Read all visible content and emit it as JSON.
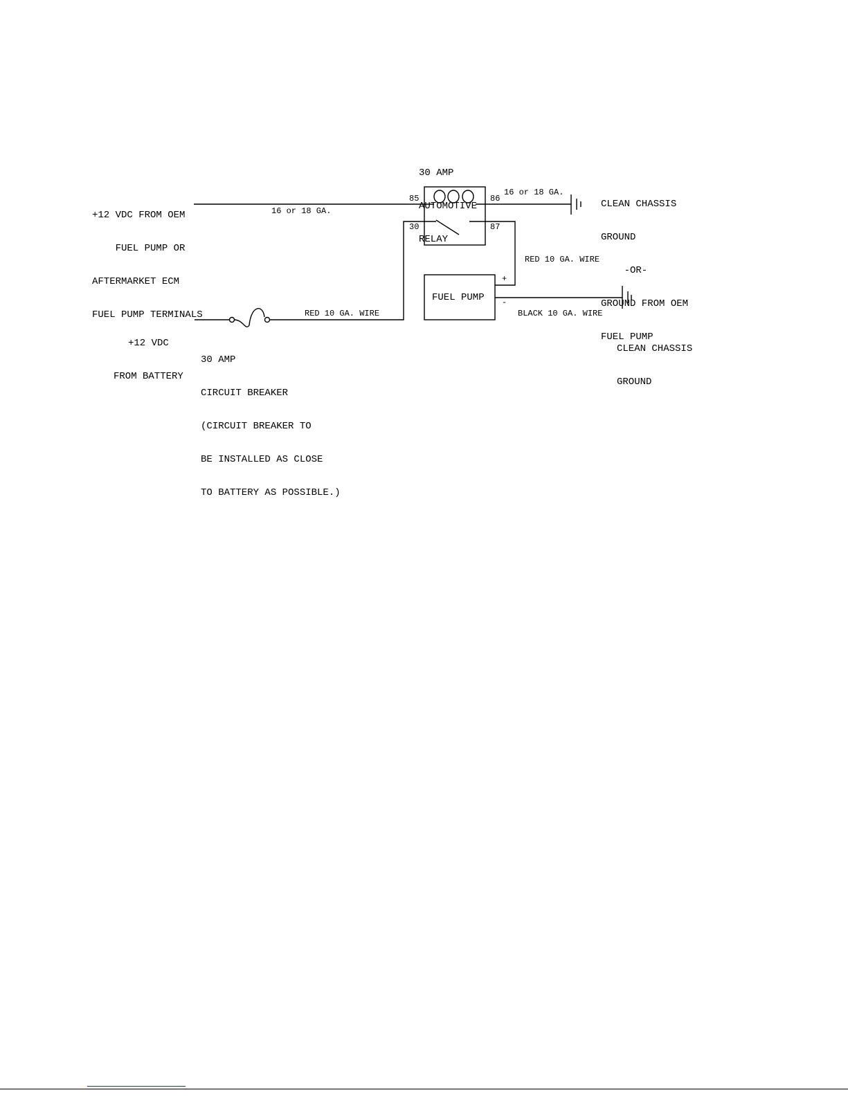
{
  "relay": {
    "title_lines": [
      "30 AMP",
      "AUTOMOTIVE",
      "RELAY"
    ],
    "pin_85": "85",
    "pin_86": "86",
    "pin_30": "30",
    "pin_87": "87"
  },
  "source_oem": {
    "lines": [
      "+12 VDC FROM OEM",
      "    FUEL PUMP OR",
      "AFTERMARKET ECM",
      "FUEL PUMP TERMINALS"
    ]
  },
  "wire_labels": {
    "coil_input": "16 or 18 GA.",
    "coil_ground": "16 or 18 GA.",
    "pump_positive": "RED 10 GA. WIRE",
    "battery_feed": "RED 10 GA. WIRE",
    "pump_ground": "BLACK 10 GA. WIRE"
  },
  "relay_ground": {
    "lines": [
      "CLEAN CHASSIS",
      "GROUND",
      "    -OR-",
      "GROUND FROM OEM",
      "FUEL PUMP"
    ]
  },
  "fuel_pump": {
    "label": "FUEL PUMP",
    "plus": "+",
    "minus": "-"
  },
  "battery": {
    "lines": [
      "+12 VDC",
      "FROM BATTERY"
    ]
  },
  "breaker": {
    "lines": [
      "30 AMP",
      "CIRCUIT BREAKER",
      "(CIRCUIT BREAKER TO",
      "BE INSTALLED AS CLOSE",
      "TO BATTERY AS POSSIBLE.)"
    ]
  },
  "pump_ground": {
    "lines": [
      "CLEAN CHASSIS",
      "GROUND"
    ]
  }
}
